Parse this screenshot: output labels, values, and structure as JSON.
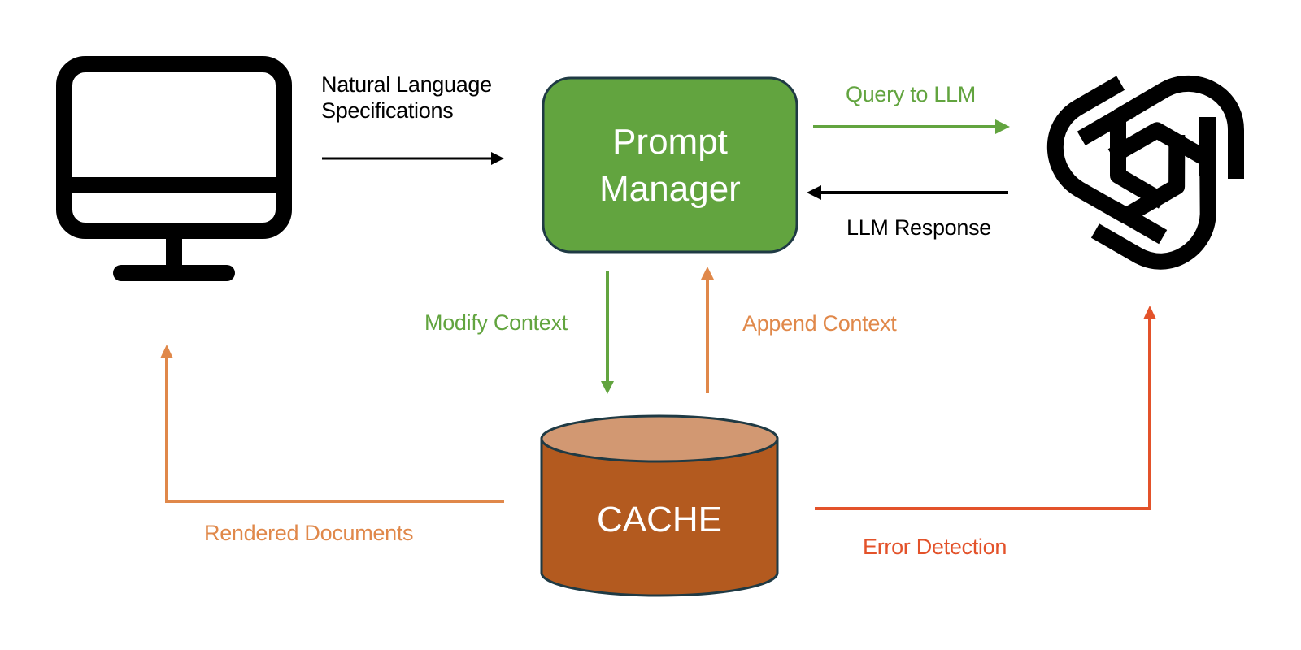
{
  "nodes": {
    "computer": {
      "icon": "desktop-monitor-icon"
    },
    "prompt_manager": {
      "line1": "Prompt",
      "line2": "Manager",
      "fill": "#62a43f",
      "stroke": "#1f3a44"
    },
    "llm": {
      "icon": "openai-logo-icon"
    },
    "cache": {
      "label": "CACHE",
      "fill": "#b35a1f",
      "top_fill": "#d29872",
      "stroke": "#1f3a44"
    }
  },
  "edges": {
    "nl_specs": {
      "line1": "Natural Language",
      "line2": "Specifications",
      "color": "#000000"
    },
    "query_to_llm": {
      "label": "Query to LLM",
      "color": "#62a43f"
    },
    "llm_response": {
      "label": "LLM Response",
      "color": "#000000"
    },
    "modify_context": {
      "label": "Modify Context",
      "color": "#62a43f"
    },
    "append_context": {
      "label": "Append Context",
      "color": "#e0884a"
    },
    "rendered_documents": {
      "label": "Rendered Documents",
      "color": "#e0884a"
    },
    "error_detection": {
      "label": "Error Detection",
      "color": "#e3522a"
    }
  }
}
